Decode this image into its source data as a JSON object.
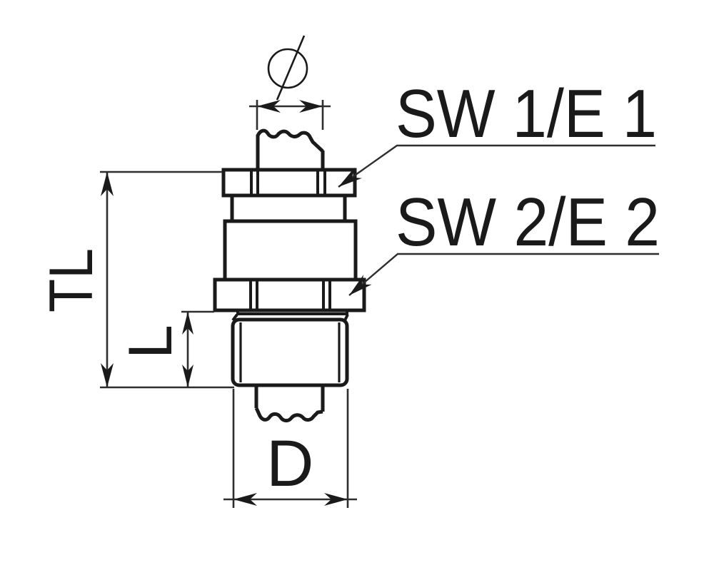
{
  "drawing": {
    "type": "technical-dimension-drawing",
    "labels": {
      "diameter_symbol": "Ø",
      "wrench_size_1": "SW 1/E 1",
      "wrench_size_2": "SW 2/E 2",
      "total_length": "TL",
      "thread_length": "L",
      "thread_diameter": "D"
    },
    "colors": {
      "ink": "#1a1a1a",
      "dimension_lines": "#2e2e2e",
      "background": "#ffffff"
    }
  }
}
